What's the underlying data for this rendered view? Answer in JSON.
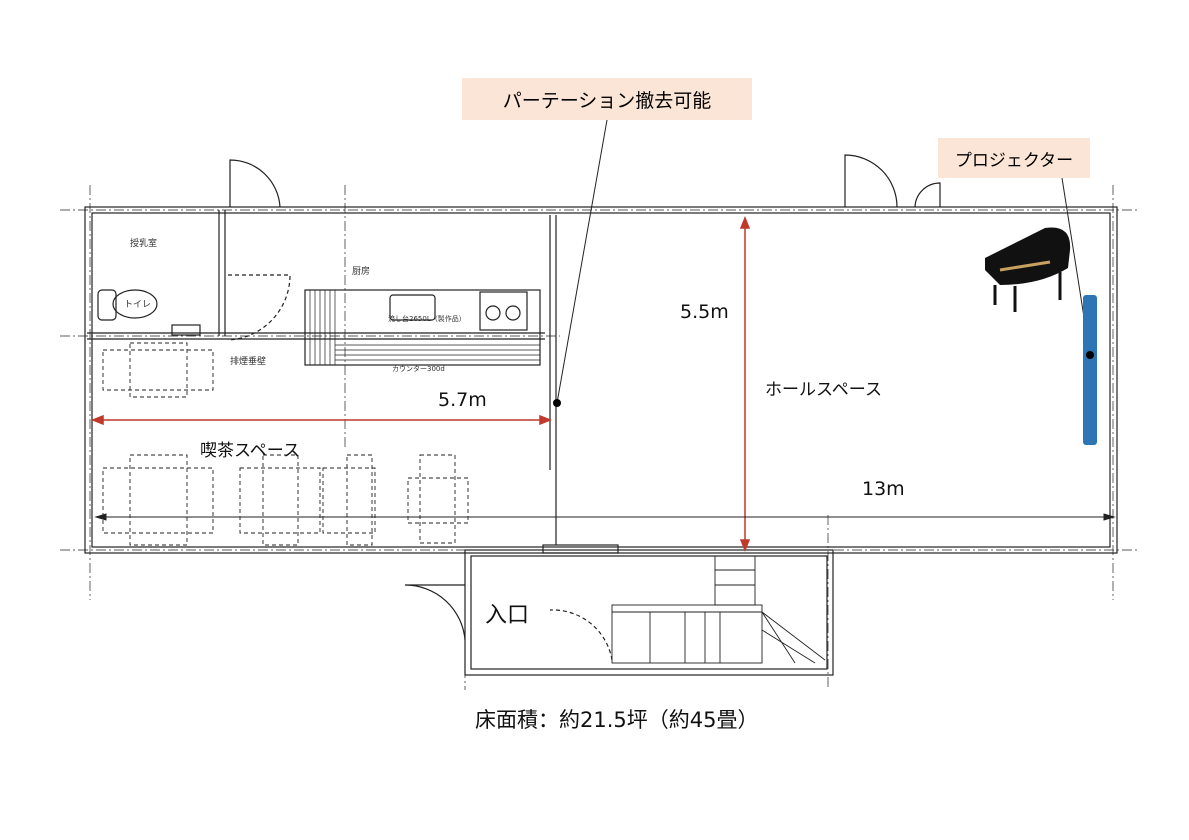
{
  "callouts": {
    "partition": "パーテーション撤去可能",
    "projector": "プロジェクター"
  },
  "rooms": {
    "nursing": "授乳室",
    "toilet": "トイレ",
    "kitchen": "厨房",
    "sink": "流し台2650L（製作品）",
    "smoke_wall": "排煙垂壁",
    "counter": "カウンター300d",
    "cafe": "喫茶スペース",
    "hall": "ホールスペース",
    "entrance": "入口"
  },
  "dimensions": {
    "cafe_width": "5.7m",
    "hall_depth": "5.5m",
    "total_length": "13m"
  },
  "floor_area": "床面積：約21.5坪（約45畳）",
  "colors": {
    "dimension_red": "#c0392b",
    "callout_fill": "#fbe5d6",
    "screen_blue": "#2e75b6"
  }
}
